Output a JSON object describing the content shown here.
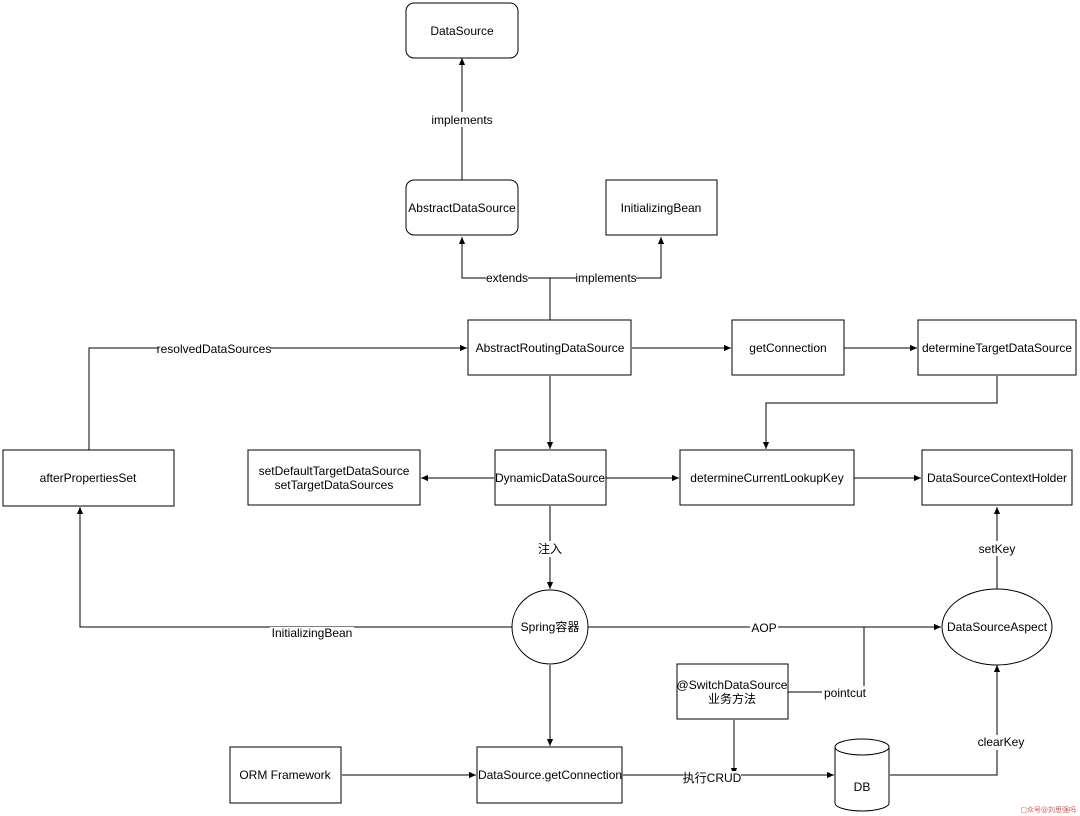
{
  "nodes": {
    "datasource": "DataSource",
    "abstract_datasource": "AbstractDataSource",
    "initializing_bean_box": "InitializingBean",
    "abstract_routing": "AbstractRoutingDataSource",
    "get_connection": "getConnection",
    "determine_target": "determineTargetDataSource",
    "after_properties_set": "afterPropertiesSet",
    "set_default_target_line1": "setDefaultTargetDataSource",
    "set_default_target_line2": "setTargetDataSources",
    "dynamic_datasource": "DynamicDataSource",
    "determine_current_lookup": "determineCurrentLookupKey",
    "context_holder": "DataSourceContextHolder",
    "spring_container": "Spring容器",
    "datasource_aspect": "DataSourceAspect",
    "switch_ds_line1": "@SwitchDataSource",
    "switch_ds_line2": "业务方法",
    "orm_framework": "ORM Framework",
    "ds_get_connection": "DataSource.getConnection",
    "db": "DB"
  },
  "edges": {
    "implements_top": "implements",
    "extends": "extends",
    "implements_mid": "implements",
    "resolved_datasources": "resolvedDataSources",
    "inject": "注入",
    "initializing_bean_edge": "InitializingBean",
    "aop": "AOP",
    "pointcut": "pointcut",
    "set_key": "setKey",
    "clear_key": "clearKey",
    "execute_crud": "执行CRUD"
  },
  "watermark": "□众号@刘思强吗"
}
